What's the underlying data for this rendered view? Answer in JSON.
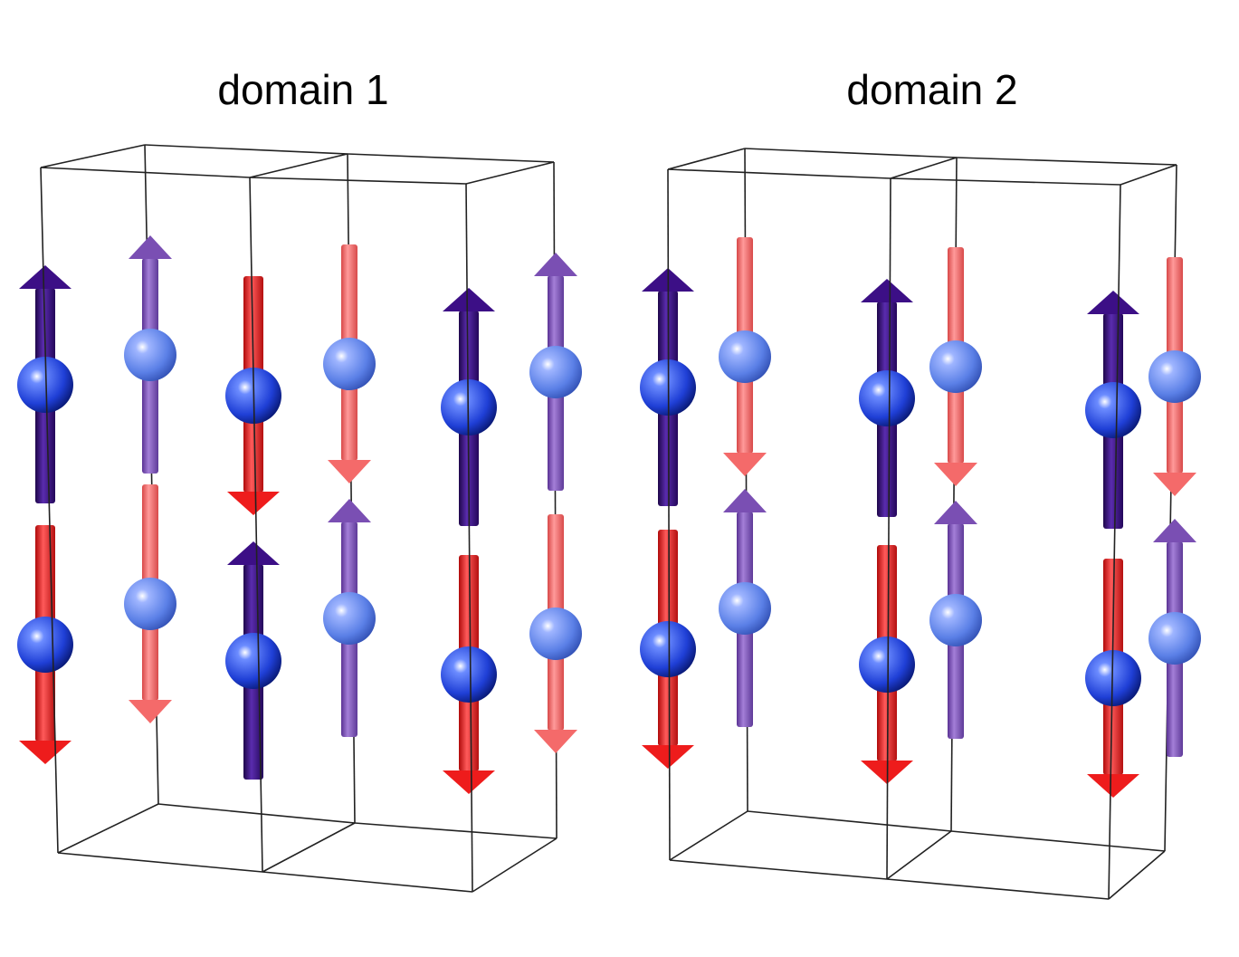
{
  "panels": [
    {
      "title": "domain 1",
      "moments": [
        [
          "up",
          "down"
        ],
        [
          "up",
          "down"
        ],
        [
          "down",
          "up"
        ],
        [
          "down",
          "up"
        ],
        [
          "up",
          "down"
        ],
        [
          "up",
          "down"
        ]
      ]
    },
    {
      "title": "domain 2",
      "moments": [
        [
          "up",
          "down"
        ],
        [
          "down",
          "up"
        ],
        [
          "up",
          "down"
        ],
        [
          "down",
          "up"
        ],
        [
          "up",
          "down"
        ],
        [
          "down",
          "up"
        ]
      ]
    }
  ],
  "colors": {
    "up_near": "#3c0f86",
    "up_far": "#7a4fb3",
    "down_near": "#ee1c1c",
    "down_far": "#f46a6a",
    "atom_near": "#1f3fd6",
    "atom_far": "#5a7fe6",
    "cell_edge": "#222222"
  }
}
